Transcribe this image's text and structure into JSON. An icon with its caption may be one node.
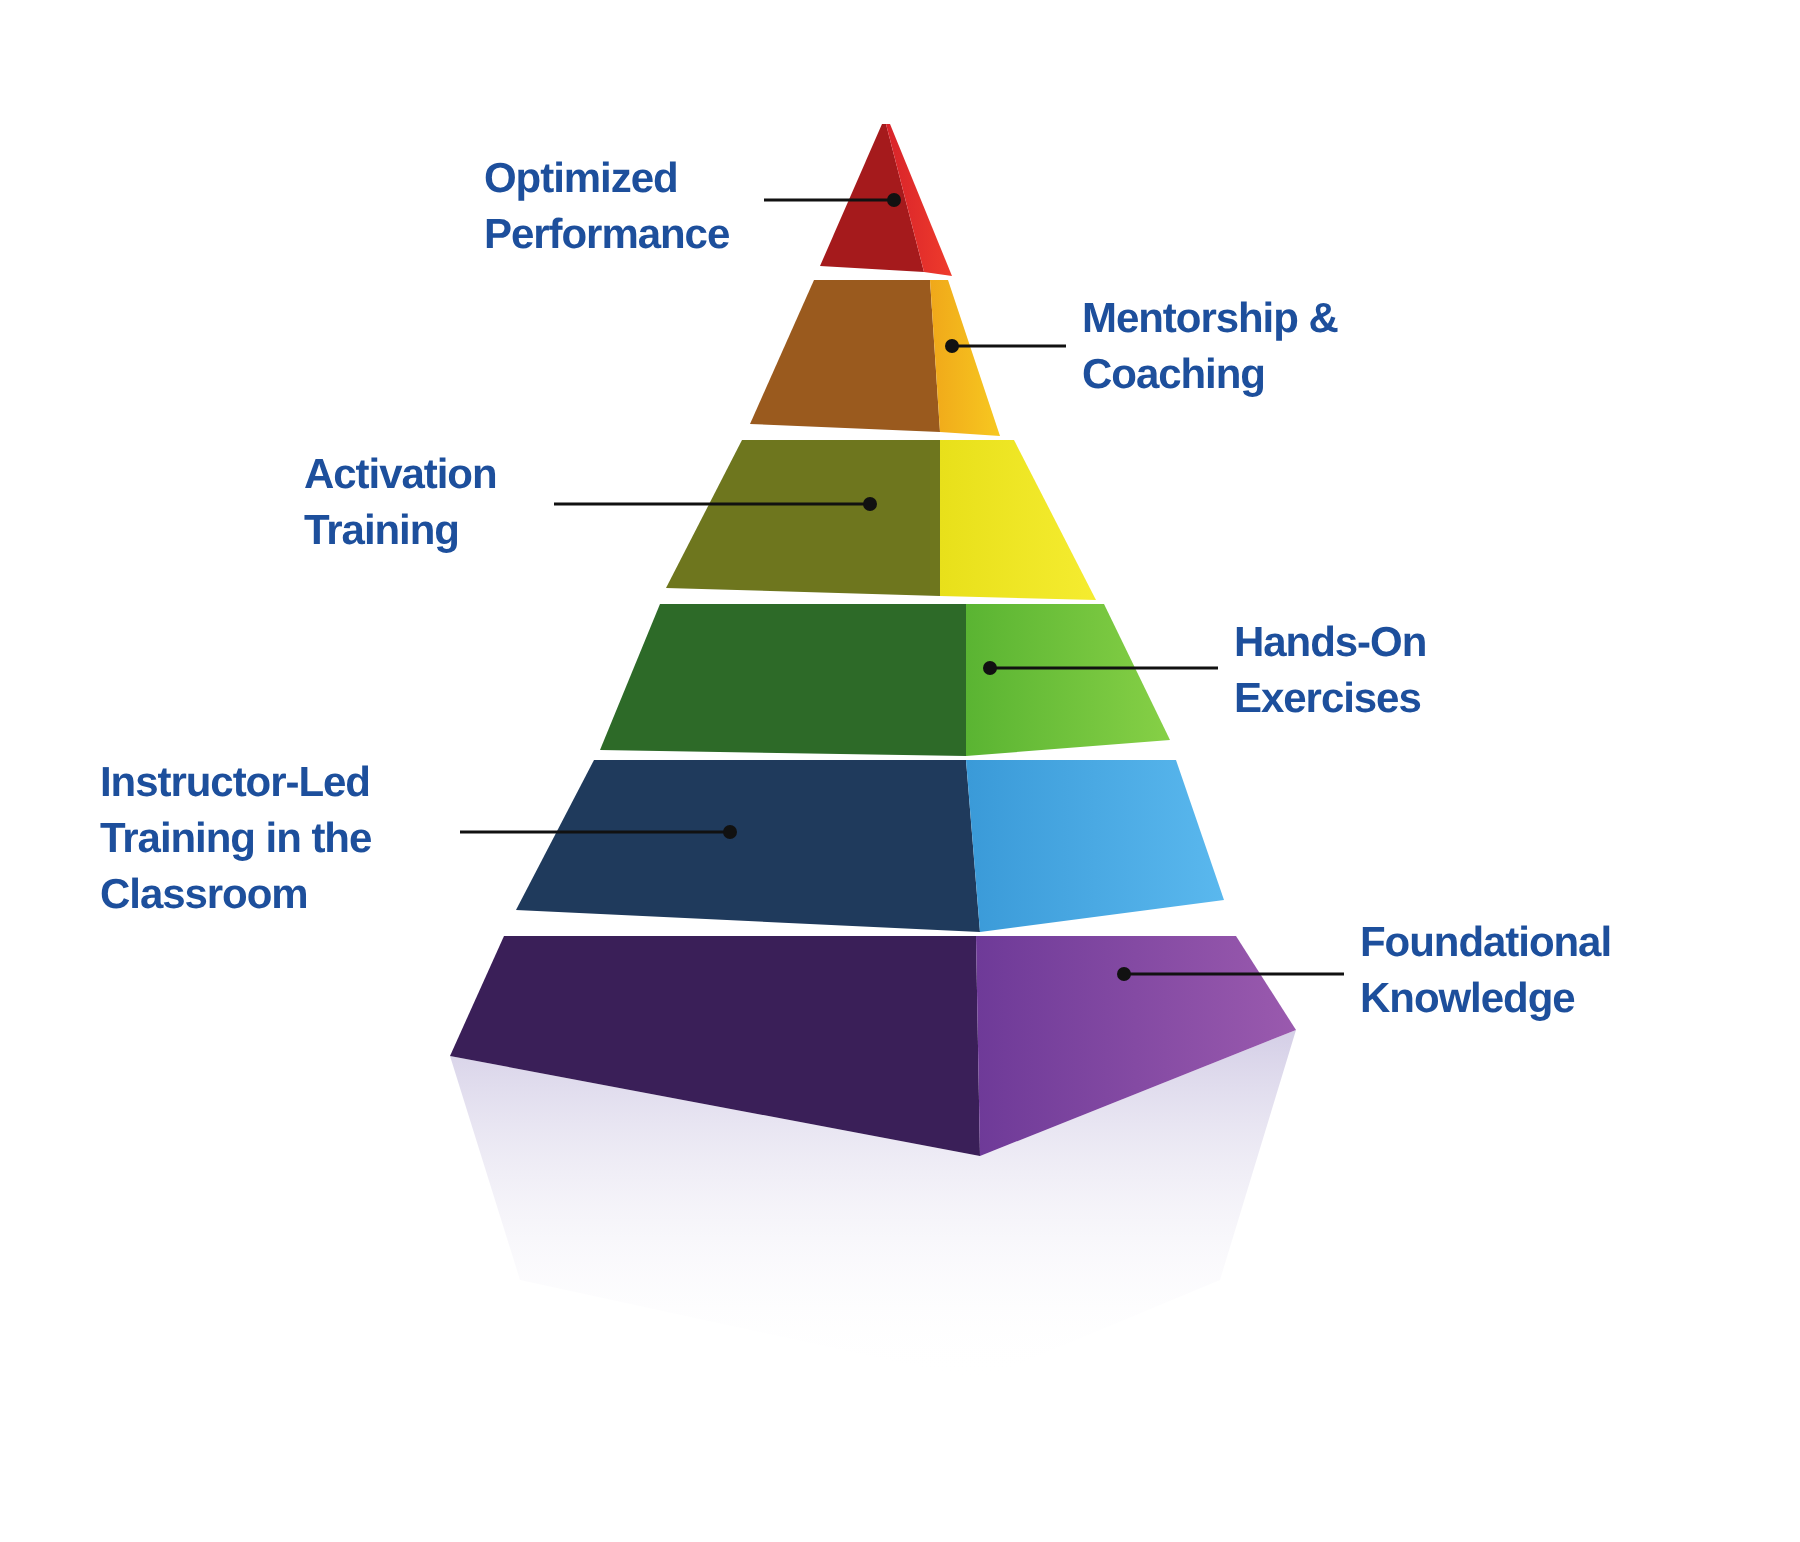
{
  "diagram": {
    "nodes": [
      {
        "text": [
          "Optimized Performance"
        ]
      },
      {
        "text": [
          "Mentorship & Coaching"
        ]
      },
      {
        "text": [
          "Activation Training"
        ]
      },
      {
        "text": [
          "Hands-On Exercises"
        ]
      },
      {
        "text": [
          "Instructor-Led Training in the Classroom"
        ]
      },
      {
        "text": [
          "Foundational Knowledge"
        ]
      },
      {
        "text": [],
        "shape": "box"
      },
      {
        "text": [],
        "shape": "box"
      },
      {
        "text": [],
        "shape": "box"
      },
      {
        "text": [],
        "shape": "box"
      },
      {
        "text": [],
        "shape": "box"
      },
      {
        "text": [],
        "shape": "box"
      }
    ],
    "edges": [
      {
        "from": 0,
        "to": 6,
        "arrow": "other"
      },
      {
        "from": 1,
        "to": 7,
        "arrow": "other"
      },
      {
        "from": 2,
        "to": 8,
        "arrow": "other"
      },
      {
        "from": 3,
        "to": 9,
        "arrow": "other"
      },
      {
        "from": 4,
        "to": 10,
        "arrow": "other"
      },
      {
        "from": 5,
        "to": 11,
        "arrow": "other"
      }
    ]
  }
}
